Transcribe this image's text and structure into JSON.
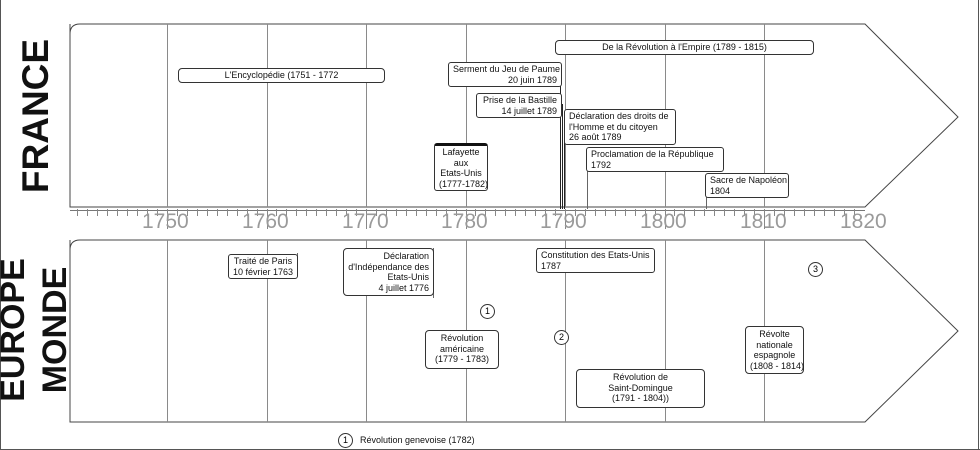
{
  "france_label": "FRANCE",
  "europe_label": "EUROPE",
  "monde_label": "MONDE",
  "years": [
    "1750",
    "1760",
    "1770",
    "1780",
    "1790",
    "1800",
    "1810",
    "1820"
  ],
  "france_events": {
    "empire": "De la Révolution à l'Empire (1789 - 1815)",
    "encyclopedie": "L'Encyclopédie (1751 - 1772",
    "jeu_paume_l1": "Serment du Jeu de Paume",
    "jeu_paume_l2": "20 juin 1789",
    "bastille_l1": "Prise de la Bastille",
    "bastille_l2": "14 juillet 1789",
    "droits_l1": "Déclaration des droits de",
    "droits_l2": "l'Homme et du citoyen",
    "droits_l3": "26 août 1789",
    "lafayette_l1": "Lafayette",
    "lafayette_l2": "aux",
    "lafayette_l3": "Etats-Unis",
    "lafayette_l4": "(1777-1782)",
    "republique_l1": "Proclamation de la République",
    "republique_l2": "1792",
    "sacre_l1": "Sacre de Napoléon",
    "sacre_l2": "1804"
  },
  "world_events": {
    "paris_l1": "Traité de Paris",
    "paris_l2": "10 février 1763",
    "indep_l1": "Déclaration",
    "indep_l2": "d'Indépendance des",
    "indep_l3": "Etats-Unis",
    "indep_l4": "4 juillet 1776",
    "constitution_l1": "Constitution des Etats-Unis",
    "constitution_l2": "1787",
    "revam_l1": "Révolution",
    "revam_l2": "américaine",
    "revam_l3": "(1779 - 1783)",
    "stdom_l1": "Révolution de",
    "stdom_l2": "Saint-Domingue",
    "stdom_l3": "(1791 - 1804))",
    "espagne_l1": "Révolte",
    "espagne_l2": "nationale",
    "espagne_l3": "espagnole",
    "espagne_l4": "(1808 - 1814)"
  },
  "markers": [
    "1",
    "2",
    "3"
  ],
  "legend": {
    "marker": "1",
    "text": "Révolution genevoise (1782)"
  }
}
